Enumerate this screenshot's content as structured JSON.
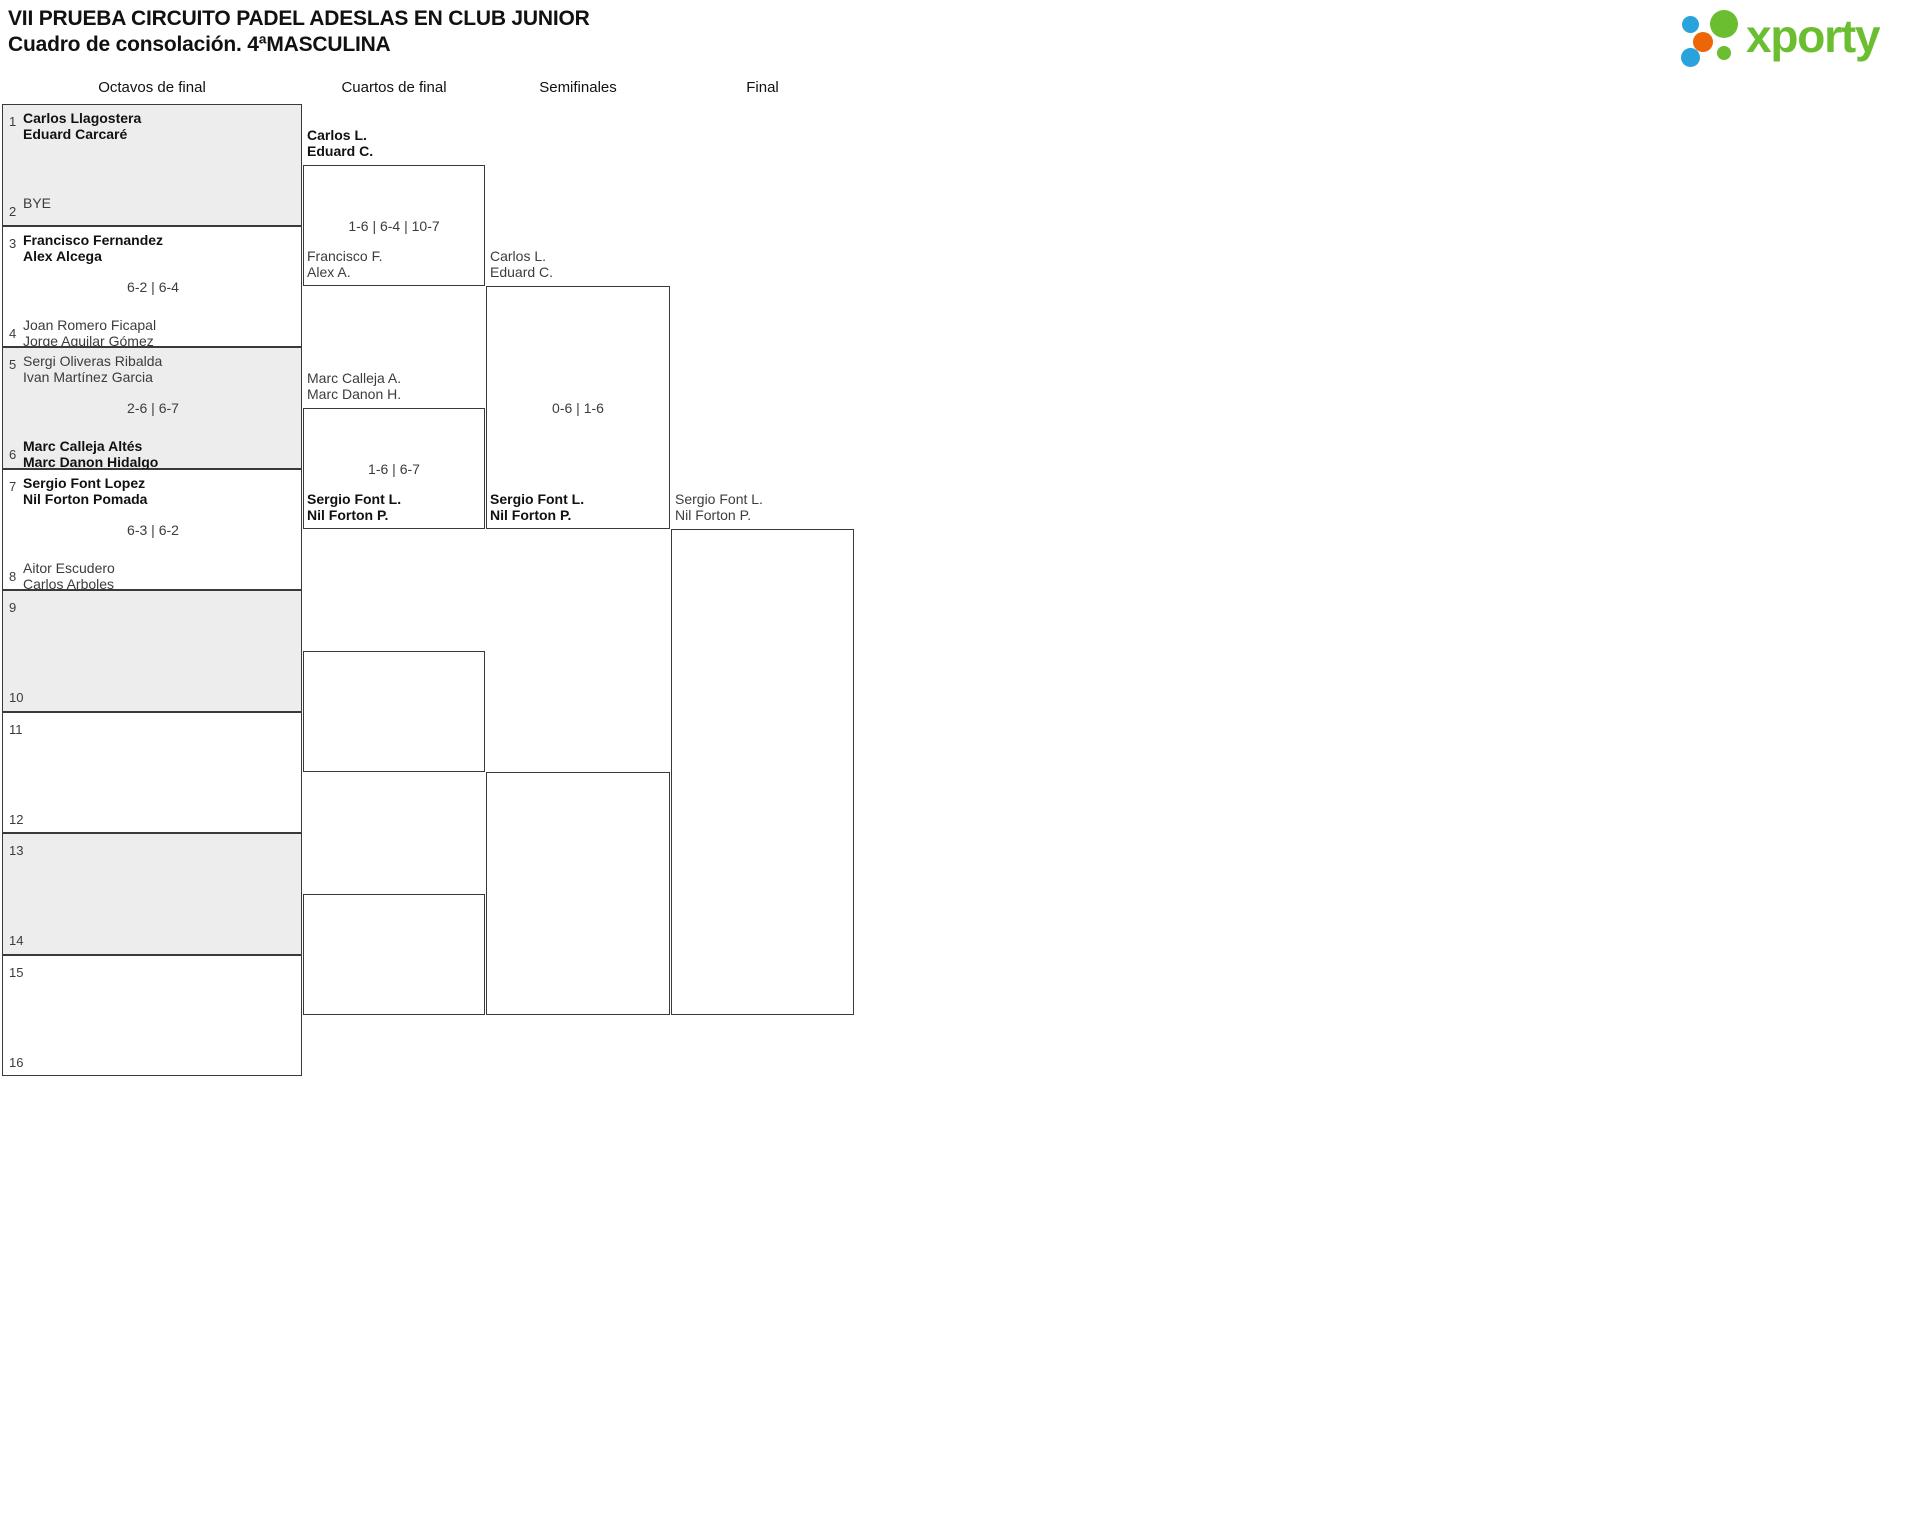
{
  "header": {
    "tournament_title": "VII PRUEBA CIRCUITO PADEL ADESLAS EN CLUB JUNIOR",
    "bracket_subtitle": "Cuadro de consolación. 4ªMASCULINA"
  },
  "logo": {
    "wordmark": "xporty",
    "green": "#6cbe31",
    "blue": "#29a3dc",
    "orange": "#ec6608"
  },
  "rounds": [
    {
      "label": "Octavos de final"
    },
    {
      "label": "Cuartos de final"
    },
    {
      "label": "Semifinales"
    },
    {
      "label": "Final"
    }
  ],
  "colors": {
    "shaded_row": "#ededed",
    "border": "#3a3a3a",
    "text": "#1a1a1a",
    "muted_text": "#3c3c3c"
  },
  "round1": {
    "matches": [
      {
        "shaded": true,
        "score": "",
        "top": {
          "seed": "1",
          "player1": "Carlos Llagostera",
          "player2": "Eduard Carcaré",
          "winner": true
        },
        "bottom": {
          "seed": "2",
          "player1": "BYE",
          "player2": "",
          "winner": false
        }
      },
      {
        "shaded": false,
        "score": "6-2 | 6-4",
        "top": {
          "seed": "3",
          "player1": "Francisco Fernandez",
          "player2": "Alex Alcega",
          "winner": true
        },
        "bottom": {
          "seed": "4",
          "player1": "Joan Romero Ficapal",
          "player2": "Jorge Aguilar Gómez",
          "winner": false
        }
      },
      {
        "shaded": true,
        "score": "2-6 | 6-7",
        "top": {
          "seed": "5",
          "player1": "Sergi Oliveras Ribalda",
          "player2": "Ivan Martínez Garcia",
          "winner": false
        },
        "bottom": {
          "seed": "6",
          "player1": "Marc Calleja Altés",
          "player2": "Marc Danon Hidalgo",
          "winner": true
        }
      },
      {
        "shaded": false,
        "score": "6-3 | 6-2",
        "top": {
          "seed": "7",
          "player1": "Sergio Font Lopez",
          "player2": "Nil Forton Pomada",
          "winner": true
        },
        "bottom": {
          "seed": "8",
          "player1": "Aitor Escudero",
          "player2": "Carlos Arboles",
          "winner": false
        }
      },
      {
        "shaded": true,
        "score": "",
        "top": {
          "seed": "9",
          "player1": "",
          "player2": "",
          "winner": false
        },
        "bottom": {
          "seed": "10",
          "player1": "",
          "player2": "",
          "winner": false
        }
      },
      {
        "shaded": false,
        "score": "",
        "top": {
          "seed": "11",
          "player1": "",
          "player2": "",
          "winner": false
        },
        "bottom": {
          "seed": "12",
          "player1": "",
          "player2": "",
          "winner": false
        }
      },
      {
        "shaded": true,
        "score": "",
        "top": {
          "seed": "13",
          "player1": "",
          "player2": "",
          "winner": false
        },
        "bottom": {
          "seed": "14",
          "player1": "",
          "player2": "",
          "winner": false
        }
      },
      {
        "shaded": false,
        "score": "",
        "top": {
          "seed": "15",
          "player1": "",
          "player2": "",
          "winner": false
        },
        "bottom": {
          "seed": "16",
          "player1": "",
          "player2": "",
          "winner": false
        }
      }
    ]
  },
  "round2": {
    "matches": [
      {
        "score": "1-6 | 6-4 | 10-7",
        "top": {
          "player1": "Carlos L.",
          "player2": "Eduard C.",
          "winner": true
        },
        "bottom": {
          "player1": "Francisco F.",
          "player2": "Alex A.",
          "winner": false
        }
      },
      {
        "score": "1-6 | 6-7",
        "top": {
          "player1": "Marc Calleja A.",
          "player2": "Marc Danon H.",
          "winner": false
        },
        "bottom": {
          "player1": "Sergio Font L.",
          "player2": "Nil Forton P.",
          "winner": true
        }
      },
      {
        "score": "",
        "top": {
          "player1": "",
          "player2": "",
          "winner": false
        },
        "bottom": {
          "player1": "",
          "player2": "",
          "winner": false
        }
      },
      {
        "score": "",
        "top": {
          "player1": "",
          "player2": "",
          "winner": false
        },
        "bottom": {
          "player1": "",
          "player2": "",
          "winner": false
        }
      }
    ]
  },
  "round3": {
    "matches": [
      {
        "score": "0-6 | 1-6",
        "top": {
          "player1": "Carlos L.",
          "player2": "Eduard C.",
          "winner": false
        },
        "bottom": {
          "player1": "Sergio Font L.",
          "player2": "Nil Forton P.",
          "winner": true
        }
      },
      {
        "score": "",
        "top": {
          "player1": "",
          "player2": "",
          "winner": false
        },
        "bottom": {
          "player1": "",
          "player2": "",
          "winner": false
        }
      }
    ]
  },
  "round4": {
    "matches": [
      {
        "score": "",
        "top": {
          "player1": "Sergio Font L.",
          "player2": "Nil Forton P.",
          "winner": false
        },
        "bottom": {
          "player1": "",
          "player2": "",
          "winner": false
        }
      }
    ]
  }
}
